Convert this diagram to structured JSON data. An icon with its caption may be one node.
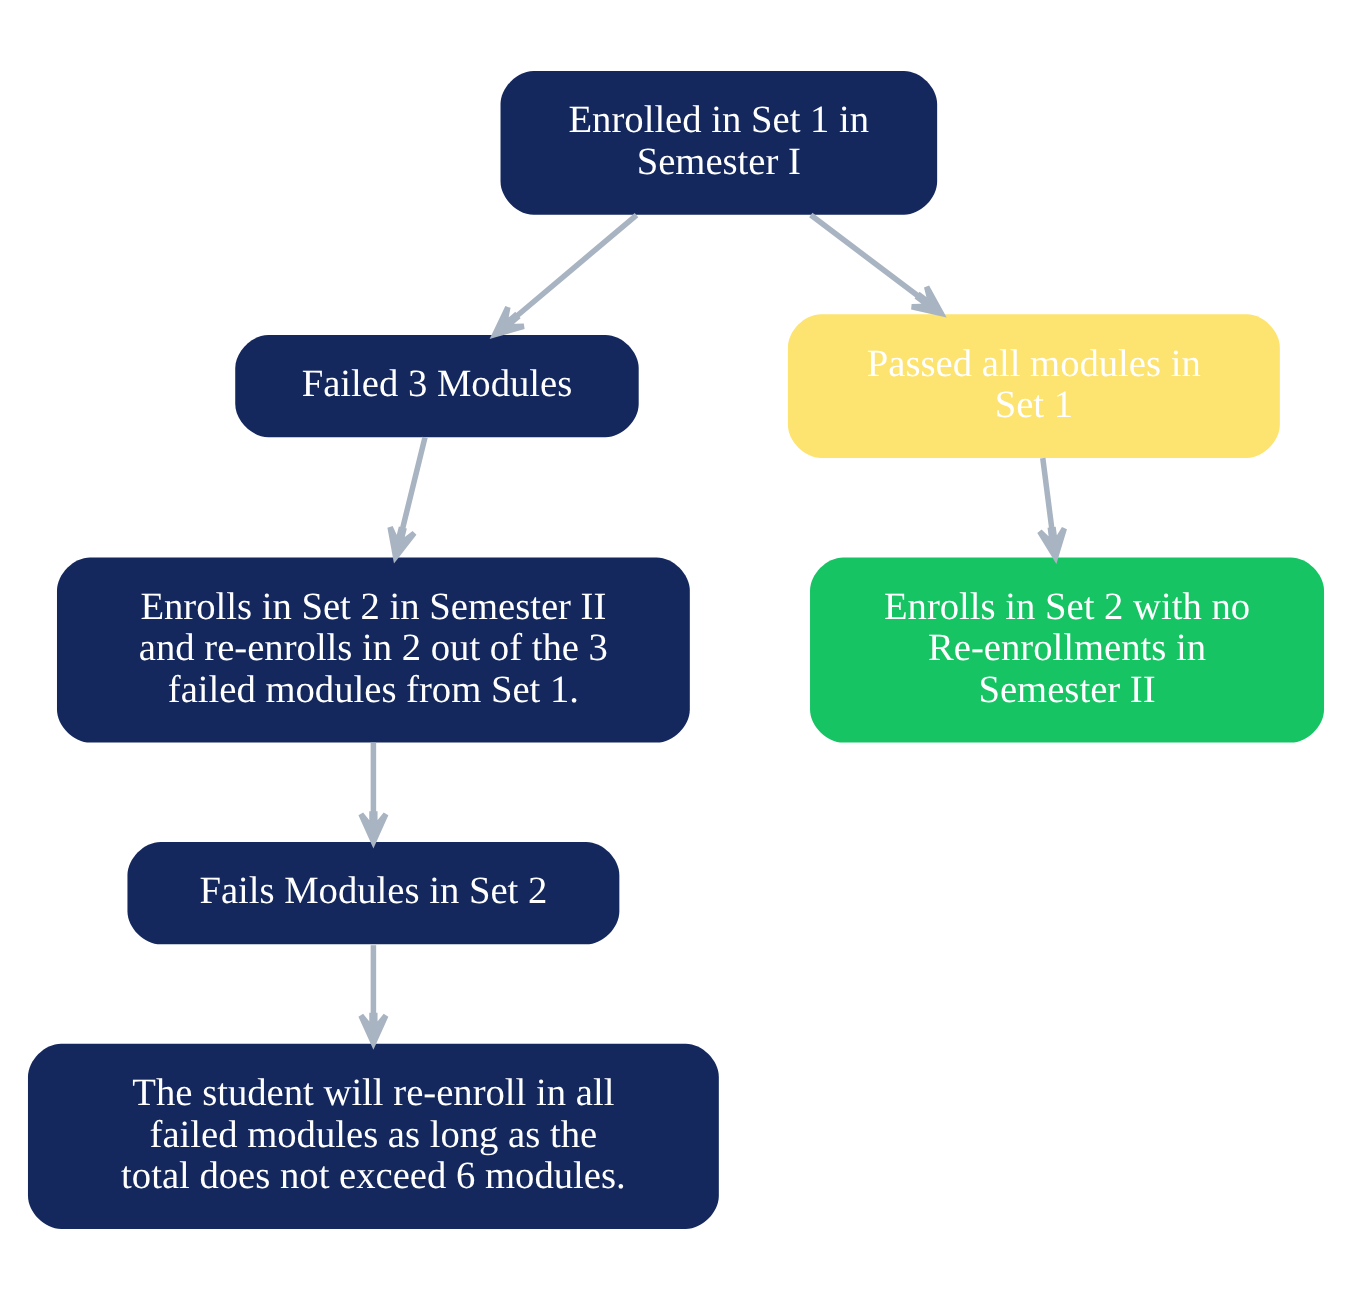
{
  "diagram": {
    "nodes": [
      {
        "text": [
          "Enrolled in Set 1 in Semester I"
        ]
      },
      {
        "text": [
          "Failed 3 Modules"
        ]
      },
      {
        "text": [
          "Passed all modules in Set 1"
        ]
      },
      {
        "text": [
          "Enrolls in Set 2 in Semester II and re-enrolls in 2 out of the 3 failed modules from Set 1."
        ]
      },
      {
        "text": [
          "Enrolls in Set 2 with no Re-enrollments in Semester II"
        ]
      },
      {
        "text": [
          "Fails Modules in Set 2"
        ]
      },
      {
        "text": [
          "The student will re-enroll in all failed modules as long as the total does not exceed 6 modules."
        ]
      }
    ],
    "edges": [
      {
        "from": 0,
        "to": 1,
        "arrow": "to"
      },
      {
        "from": 0,
        "to": 2,
        "arrow": "to"
      },
      {
        "from": 1,
        "to": 3,
        "arrow": "to"
      },
      {
        "from": 2,
        "to": 4,
        "arrow": "to"
      },
      {
        "from": 3,
        "to": 5,
        "arrow": "to"
      },
      {
        "from": 5,
        "to": 6,
        "arrow": "to"
      }
    ]
  }
}
